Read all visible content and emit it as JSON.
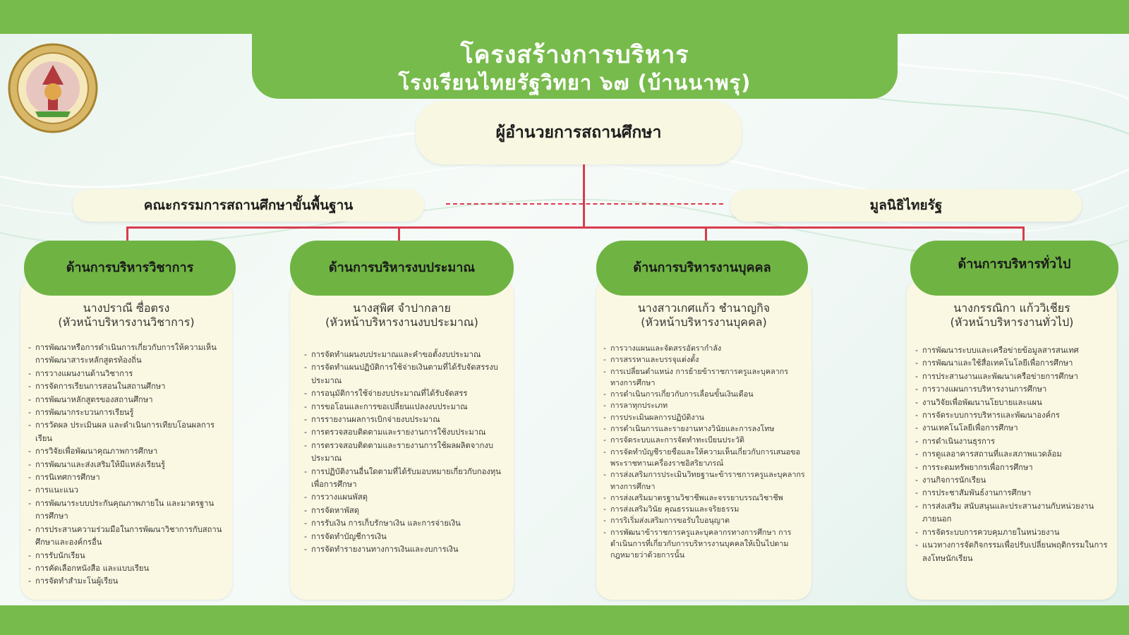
{
  "title": {
    "line1": "โครงสร้างการบริหาร",
    "line2": "โรงเรียนไทยรัฐวิทยา ๖๗ (บ้านนาพรุ)"
  },
  "logo": {
    "icon": "school-emblem-icon"
  },
  "director": "ผู้อำนวยการสถานศึกษา",
  "committee": "คณะกรรมการสถานศึกษาขั้นพื้นฐาน",
  "foundation": "มูลนิธิไทยรัฐ",
  "colors": {
    "green": "#77bb4c",
    "card": "#faf8e2",
    "connector": "#d93b4d"
  },
  "departments": [
    {
      "title": "ด้านการบริหารวิชาการ",
      "head_name": "นางปราณี ซื่อตรง",
      "head_role": "(หัวหน้าบริหารงานวิชาการ)",
      "items": [
        "การพัฒนาหรือการดำเนินการเกี่ยวกับการให้ความเห็นการพัฒนาสาระหลักสูตรท้องถิ่น",
        "การวางแผนงานด้านวิชาการ",
        "การจัดการเรียนการสอนในสถานศึกษา",
        "การพัฒนาหลักสูตรของสถานศึกษา",
        "การพัฒนากระบวนการเรียนรู้",
        "การวัดผล ประเมินผล และดำเนินการเทียบโอนผลการเรียน",
        "การวิจัยเพื่อพัฒนาคุณภาพการศึกษา",
        "การพัฒนาและส่งเสริมให้มีแหล่งเรียนรู้",
        "การนิเทศการศึกษา",
        "การแนะแนว",
        "การพัฒนาระบบประกันคุณภาพภายใน และมาตรฐานการศึกษา",
        "การประสานความร่วมมือในการพัฒนาวิชาการกับสถานศึกษาและองค์กรอื่น",
        "การรับนักเรียน",
        "การคัดเลือกหนังสือ และแบบเรียน",
        "การจัดทำสำมะโนผู้เรียน"
      ]
    },
    {
      "title": "ด้านการบริหารงบประมาณ",
      "head_name": "นางสุพิศ จำปากลาย",
      "head_role": "(หัวหน้าบริหารงานงบประมาณ)",
      "items": [
        "การจัดทำแผนงบประมาณและคำขอตั้งงบประมาณ",
        "การจัดทำแผนปฏิบัติการใช้จ่ายเงินตามที่ได้รับจัดสรรงบประมาณ",
        "การอนุมัติการใช้จ่ายงบประมาณที่ได้รับจัดสรร",
        "การขอโอนและการขอเปลี่ยนแปลงงบประมาณ",
        "การรายงานผลการเบิกจ่ายงบประมาณ",
        "การตรวจสอบติดตามและรายงานการใช้งบประมาณ",
        "การตรวจสอบติดตามและรายงานการใช้ผลผลิตจากงบประมาณ",
        "การปฏิบัติงานอื่นใดตามที่ได้รับมอบหมายเกี่ยวกับกองทุนเพื่อการศึกษา",
        "การวางแผนพัสดุ",
        "การจัดหาพัสดุ",
        "การรับเงิน การเก็บรักษาเงิน และการจ่ายเงิน",
        "การจัดทำบัญชีการเงิน",
        "การจัดทำรายงานทางการเงินและงบการเงิน"
      ]
    },
    {
      "title": "ด้านการบริหารงานบุคคล",
      "head_name": "นางสาวเกศแก้ว ชำนาญกิจ",
      "head_role": "(หัวหน้าบริหารงานบุคคล)",
      "items": [
        "การวางแผนและจัดสรรอัตรากำลัง",
        "การสรรหาและบรรจุแต่งตั้ง",
        "การเปลี่ยนตำแหน่ง การย้ายข้าราชการครูและบุคลากรทางการศึกษา",
        "การดำเนินการเกี่ยวกับการเลื่อนขั้นเงินเดือน",
        "การลาทุกประเภท",
        "การประเมินผลการปฏิบัติงาน",
        "การดำเนินการและรายงานทางวินัยและการลงโทษ",
        "การจัดระบบและการจัดทำทะเบียนประวัติ",
        "การจัดทำบัญชีรายชื่อและให้ความเห็นเกี่ยวกับการเสนอขอพระราชทานเครื่องราชอิสริยาภรณ์",
        "การส่งเสริมการประเมินวิทยฐานะข้าราชการครูและบุคลากรทางการศึกษา",
        "การส่งเสริมมาตรฐานวิชาชีพและจรรยาบรรณวิชาชีพ",
        "การส่งเสริมวินัย คุณธรรมและจริยธรรม",
        "การริเริ่มส่งเสริมการขอรับใบอนุญาต",
        "การพัฒนาข้าราชการครูและบุคลากรทางการศึกษา การดำเนินการที่เกี่ยวกับการบริหารงานบุคคลให้เป็นไปตามกฎหมายว่าด้วยการนั้น"
      ]
    },
    {
      "title": "ด้านการบริหารทั่วไป",
      "head_name": "นางกรรณิกา แก้ววิเชียร",
      "head_role": "(หัวหน้าบริหารงานทั่วไป)",
      "items": [
        "การพัฒนาระบบและเครือข่ายข้อมูลสารสนเทศ",
        "การพัฒนาและใช้สื่อเทคโนโลยีเพื่อการศึกษา",
        "การประสานงานและพัฒนาเครือข่ายการศึกษา",
        "การวางแผนการบริหารงานการศึกษา",
        "งานวิจัยเพื่อพัฒนานโยบายและแผน",
        "การจัดระบบการบริหารและพัฒนาองค์กร",
        "งานเทคโนโลยีเพื่อการศึกษา",
        "การดำเนินงานธุรการ",
        "การดูแลอาคารสถานที่และสภาพแวดล้อม",
        "การระดมทรัพยากรเพื่อการศึกษา",
        "งานกิจการนักเรียน",
        "การประชาสัมพันธ์งานการศึกษา",
        "การส่งเสริม สนับสนุนและประสานงานกับหน่วยงานภายนอก",
        "การจัดระบบการควบคุมภายในหน่วยงาน",
        "แนวทางการจัดกิจกรรมเพื่อปรับเปลี่ยนพฤติกรรมในการลงโทษนักเรียน"
      ]
    }
  ]
}
